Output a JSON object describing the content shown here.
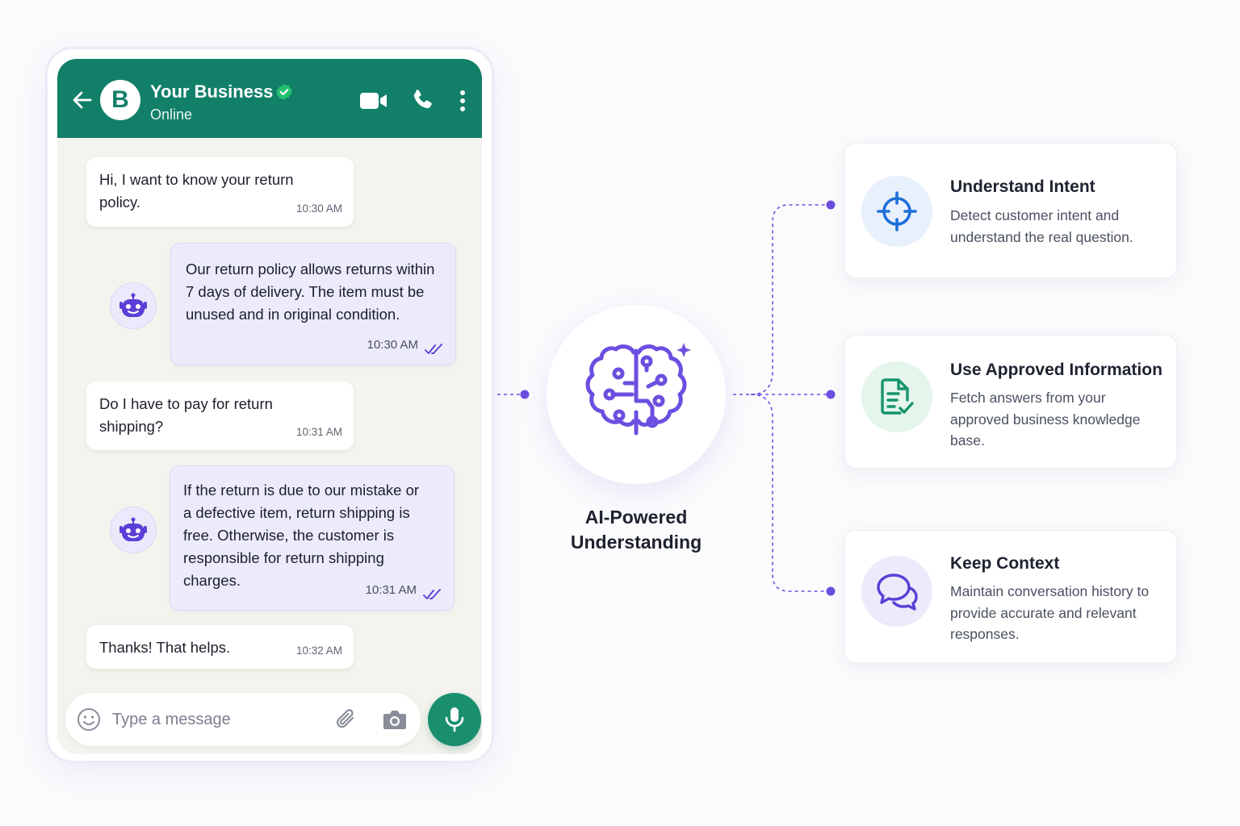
{
  "chat": {
    "business_name": "Your Business",
    "status": "Online",
    "avatar_letter": "B",
    "messages": [
      {
        "text": "Hi, I want to know your return policy.",
        "time": "10:30 AM"
      },
      {
        "text": "Our return policy allows returns within 7 days of delivery. The item must be unused and in original condition.",
        "time": "10:30 AM"
      },
      {
        "text": "Do I have to pay for return shipping?",
        "time": "10:31 AM"
      },
      {
        "text": "If the return is due to our mistake or a defective item, return shipping is free. Otherwise, the customer is responsible for return shipping charges.",
        "time": "10:31 AM"
      },
      {
        "text": "Thanks! That helps.",
        "time": "10:32 AM"
      }
    ],
    "input_placeholder": "Type a message"
  },
  "center": {
    "label_line1": "AI-Powered",
    "label_line2": "Understanding"
  },
  "features": [
    {
      "title": "Understand Intent",
      "description": "Detect customer intent and understand the real question.",
      "icon": "crosshair-icon"
    },
    {
      "title": "Use Approved Information",
      "description": "Fetch answers from your approved business knowledge base.",
      "icon": "document-check-icon"
    },
    {
      "title": "Keep Context",
      "description": "Maintain conversation history to provide accurate and relevant responses.",
      "icon": "chat-bubbles-icon"
    }
  ],
  "colors": {
    "header_green": "#128069",
    "accent_purple": "#6c4fe0",
    "bot_bubble": "#ecebfb",
    "mic_green": "#1a8f6e",
    "intent_blue": "#1e6fd9",
    "approved_green": "#17956a"
  }
}
